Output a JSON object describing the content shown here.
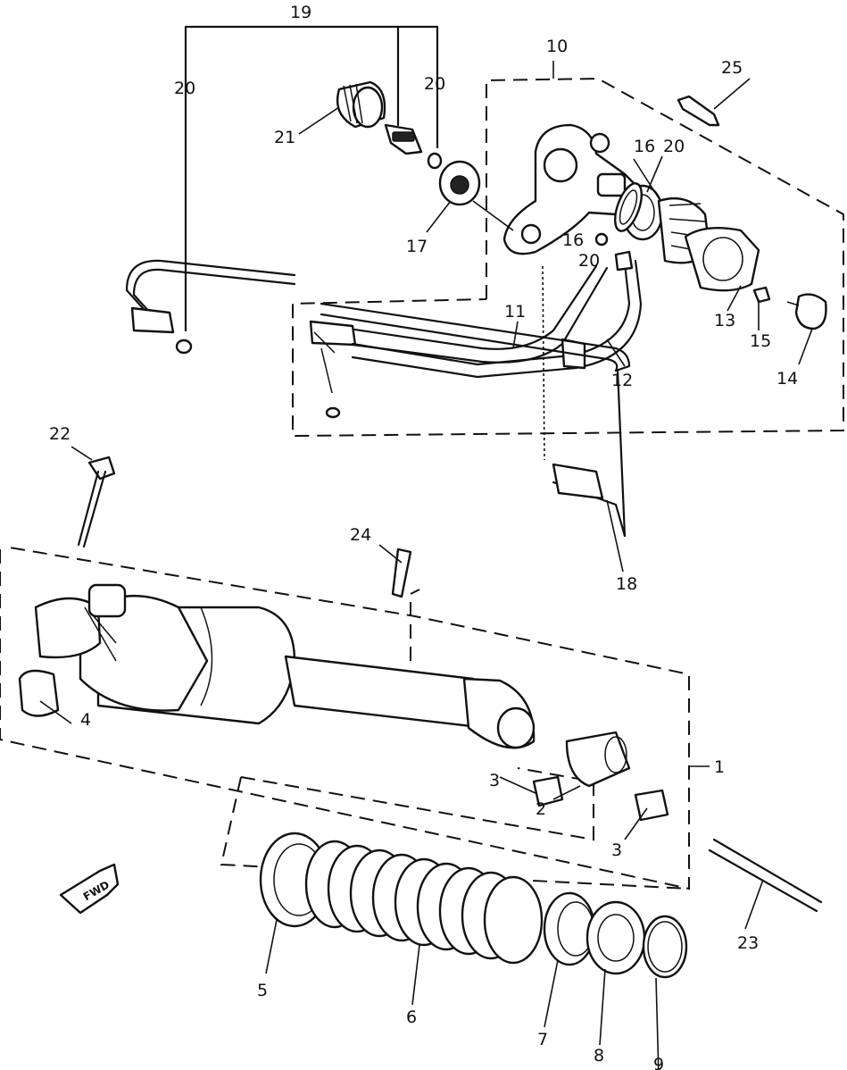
{
  "callouts": {
    "c1": "1",
    "c2": "2",
    "c3a": "3",
    "c3b": "3",
    "c4": "4",
    "c5": "5",
    "c6": "6",
    "c7": "7",
    "c8": "8",
    "c9": "9",
    "c10": "10",
    "c11": "11",
    "c12": "12",
    "c13": "13",
    "c14": "14",
    "c15": "15",
    "c16a": "16",
    "c16b": "16",
    "c17": "17",
    "c18": "18",
    "c19": "19",
    "c20a": "20",
    "c20b": "20",
    "c20c": "20",
    "c20d": "20",
    "c21": "21",
    "c22": "22",
    "c23": "23",
    "c24": "24",
    "c25": "25"
  },
  "direction_badge": "FWD",
  "icons": {
    "front_arrow": "fwd-arrow-icon"
  }
}
